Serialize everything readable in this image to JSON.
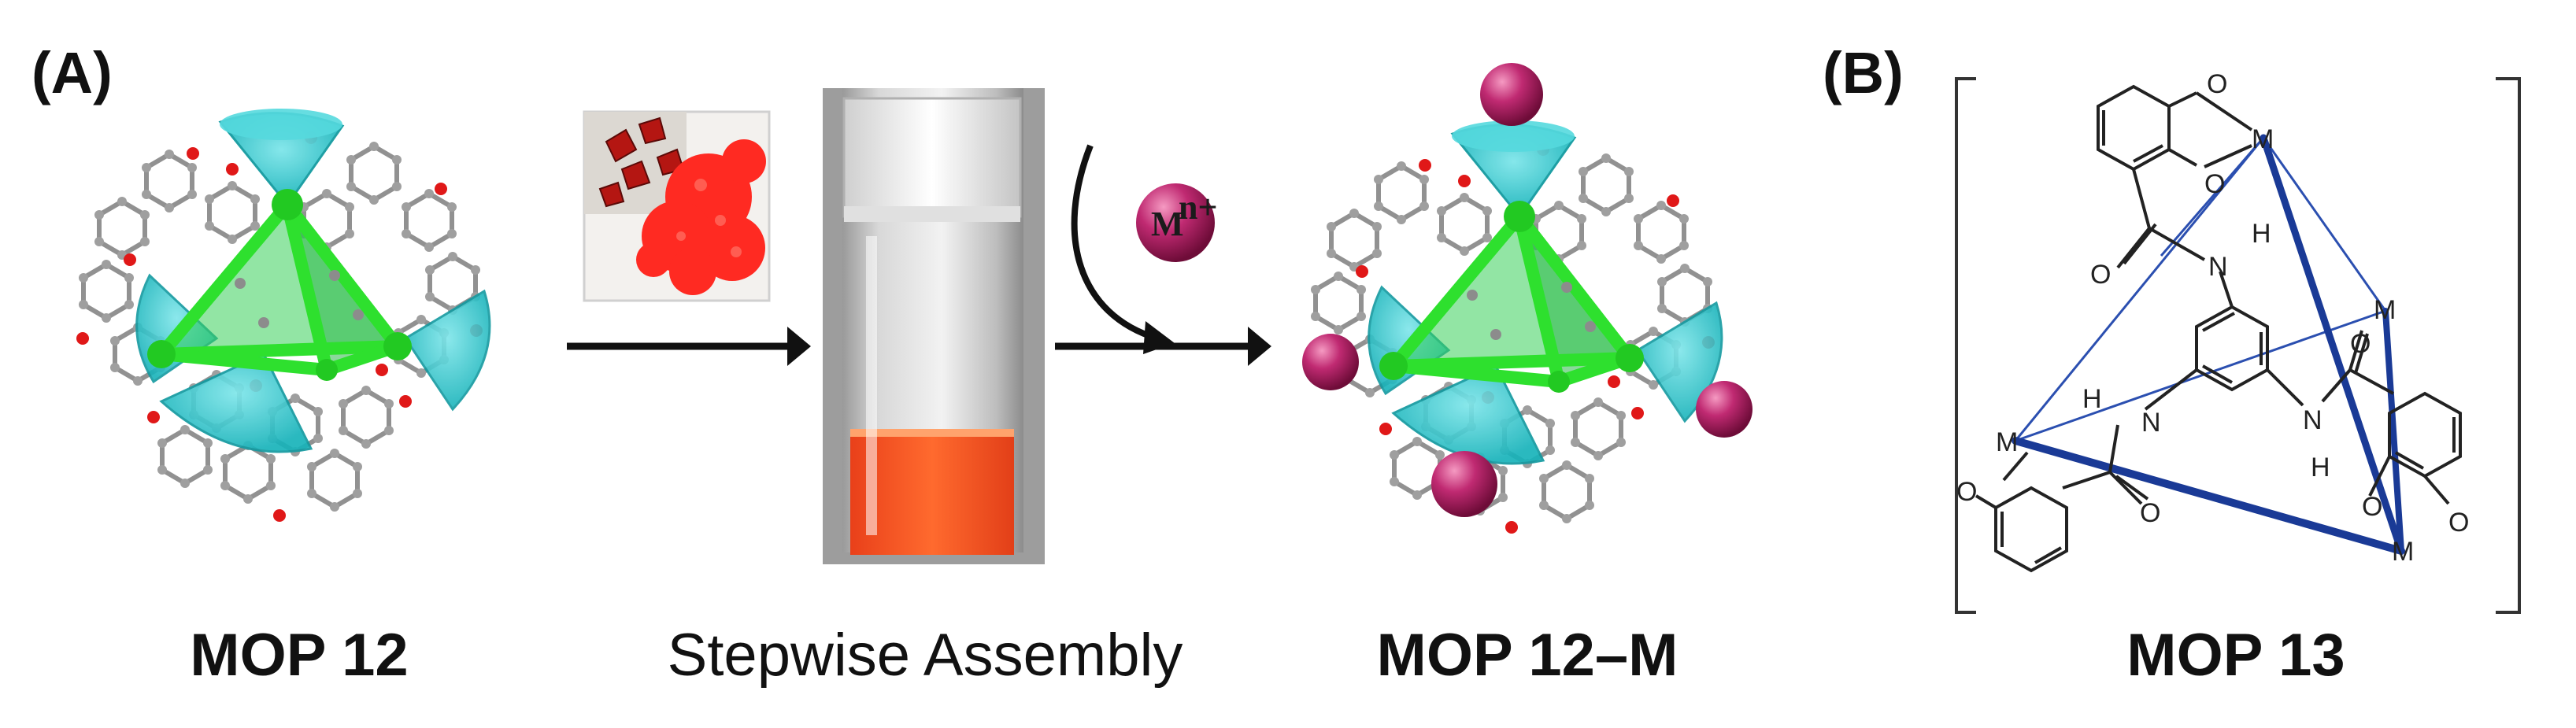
{
  "panels": {
    "a": {
      "letter": "(A)"
    },
    "b": {
      "letter": "(B)"
    }
  },
  "captions": {
    "mop12": "MOP 12",
    "assembly": "Stepwise Assembly",
    "mop12m": "MOP 12–M",
    "mop13": "MOP 13"
  },
  "ion_label": {
    "symbol": "M",
    "charge": "n+"
  },
  "structure": {
    "atoms": {
      "o": "O",
      "m": "M",
      "n": "N",
      "h": "H"
    }
  },
  "colors": {
    "tetra_green": "#2ecc2e",
    "cone_cyan": "#22c6cc",
    "metal_magenta": "#b21e66",
    "solution_orange": "#f0521f",
    "crystal_red": "#e8201c",
    "bond_blue": "#1f3f9a"
  }
}
